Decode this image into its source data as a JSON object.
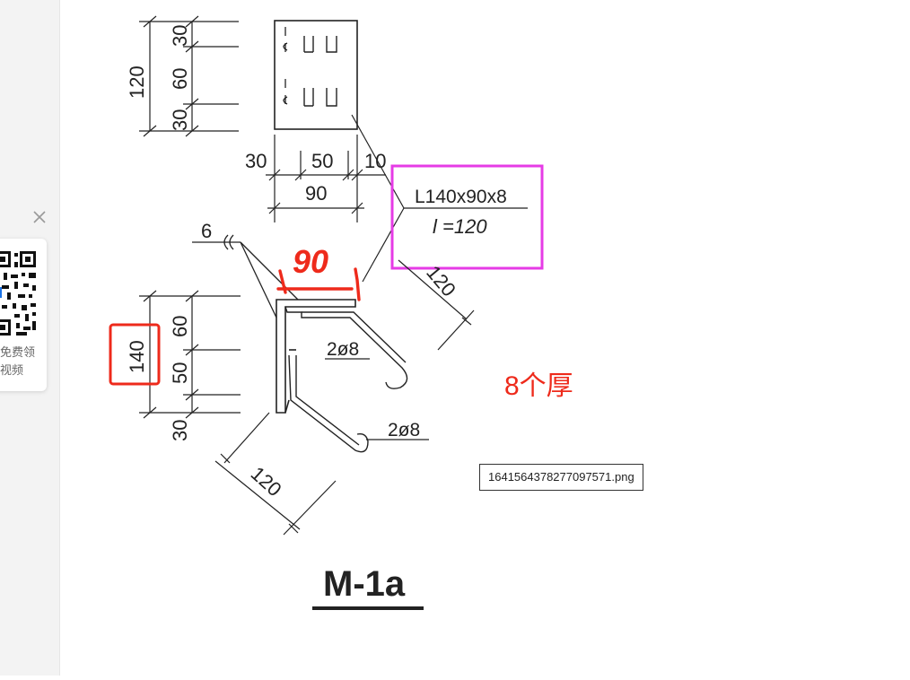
{
  "sidebar": {
    "close_icon": "close-icon",
    "qr_caption": "免费领\n视频"
  },
  "drawing": {
    "top_dims": {
      "total": "120",
      "seg_a": "30",
      "seg_b": "60",
      "seg_c": "30"
    },
    "bottom_dims": {
      "a": "30",
      "b": "50",
      "c": "10",
      "total": "90"
    },
    "callout": {
      "spec": "L140x90x8",
      "length": "l =120"
    },
    "weld_size": "6",
    "side_dims": {
      "total": "140",
      "seg_a": "60",
      "seg_b": "50",
      "seg_c": "30"
    },
    "bar_label_1": "2ø8",
    "bar_label_2": "2ø8",
    "dim_120_upper": "120",
    "dim_120_lower": "120",
    "title": "M-1a"
  },
  "annotations": {
    "handwritten_90": "90",
    "note": "8个厚",
    "colors": {
      "red": "#ee2a1b",
      "magenta": "#e63be6"
    }
  },
  "tooltip": {
    "filename": "1641564378277097571.png"
  }
}
